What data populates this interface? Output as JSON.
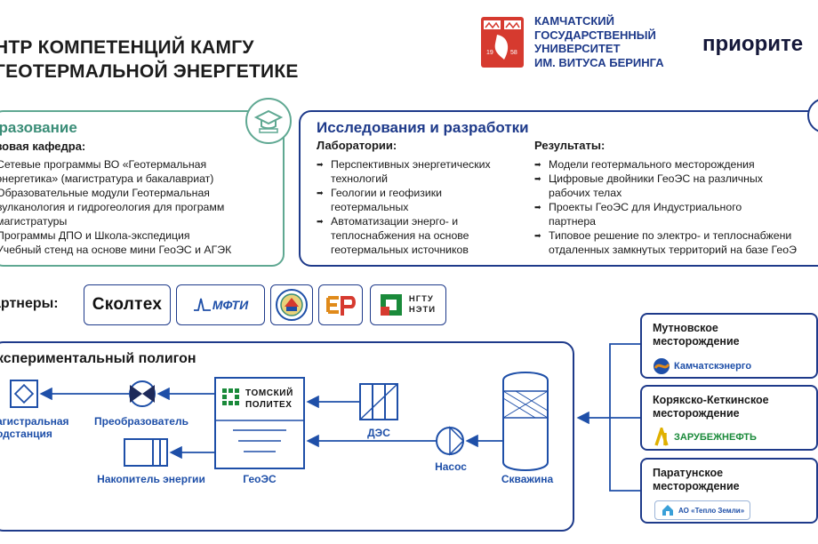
{
  "header": {
    "title_line1": "НТР КОМПЕТЕНЦИЙ КАМГУ",
    "title_line2": "ГЕОТЕРМАЛЬНОЙ ЭНЕРГЕТИКЕ",
    "university": [
      "КАМЧАТСКИЙ",
      "ГОСУДАРСТВЕННЫЙ",
      "УНИВЕРСИТЕТ",
      "ИМ. ВИТУСА БЕРИНГА"
    ],
    "emblem_year_left": "19",
    "emblem_year_right": "58",
    "priority_text": "приорите"
  },
  "education": {
    "heading": "бразование",
    "subheading": "зовая кафедра:",
    "items": [
      "Сетевые программы ВО «Геотермальная",
      "энергетика» (магистратура и бакалавриат)",
      "Образовательные модули Геотермальная",
      "вулканология и гидрогеология для программ",
      "магистратуры",
      "Программы ДПО и Школа-экспедиция",
      "Учебный стенд на основе мини ГеоЭС и АГЭК"
    ]
  },
  "research": {
    "heading": "Исследования и разработки",
    "labs_heading": "Лаборатории:",
    "labs": [
      "Перспективных энергетических технологий",
      "Геологии и геофизики геотермальных",
      "Автоматизации энерго- и теплоснабжения на основе геотермальных источников"
    ],
    "results_heading": "Результаты:",
    "results": [
      "Модели геотермального месторождения",
      "Цифровые двойники ГеоЭС на различных рабочих телах",
      "Проекты ГеоЭС для Индустриального партнера",
      "Типовое решение по электро- и теплоснабжени отдаленных замкнутых территорий на базе ГеоЭ"
    ]
  },
  "partners": {
    "label": "артнеры:",
    "skoltech": "Сколтех",
    "mipt": "МФТИ",
    "ngtu_line1": "НГТУ",
    "ngtu_line2": "НЭТИ"
  },
  "polygon": {
    "heading": "кспериментальный полигон",
    "substation": [
      "агистральная",
      "одстанция"
    ],
    "converter": "Преобразователь",
    "storage": "Накопитель энергии",
    "geoes": "ГеоЭС",
    "tpu_line1": "ТОМСКИЙ",
    "tpu_line2": "ПОЛИТЕХ",
    "des": "ДЭС",
    "pump": "Насос",
    "well": "Скважина"
  },
  "fields": [
    {
      "name": [
        "Мутновское",
        "месторождение"
      ],
      "company": "Камчатскэнерго",
      "color": "#1e4fa8"
    },
    {
      "name": [
        "Корякско-Кеткинское",
        "месторождение"
      ],
      "company": "ЗАРУБЕЖНЕФТЬ",
      "color": "#1a8a3a"
    },
    {
      "name": [
        "Паратунское",
        "месторождение"
      ],
      "company": "АО «Тепло Земли»",
      "color": "#1e4fa8"
    }
  ],
  "colors": {
    "primary": "#1e3a8a",
    "accent_green": "#5fa892",
    "node_blue": "#1e4fa8"
  }
}
